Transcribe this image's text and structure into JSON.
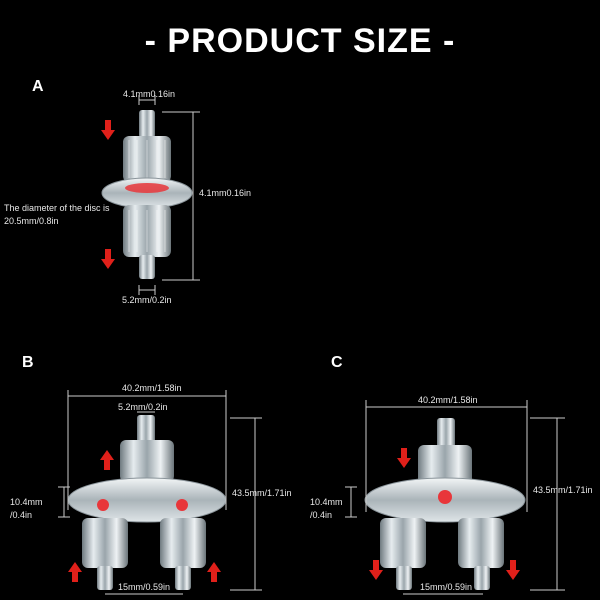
{
  "title": "- PRODUCT SIZE -",
  "sections": {
    "a": {
      "label": "A",
      "top_width": "4.1mm0.16in",
      "height": "4.1mm0.16in",
      "disc_note_line1": "The diameter of the disc is",
      "disc_note_line2": "20.5mm/0.8in",
      "bottom_width": "5.2mm/0.2in"
    },
    "b": {
      "label": "B",
      "total_width": "40.2mm/1.58in",
      "nozzle_width": "5.2mm/0.2in",
      "height": "43.5mm/1.71in",
      "disc_thickness_line1": "10.4mm",
      "disc_thickness_line2": "/0.4in",
      "spacing": "15mm/0.59in"
    },
    "c": {
      "label": "C",
      "total_width": "40.2mm/1.58in",
      "height": "43.5mm/1.71in",
      "disc_thickness_line1": "10.4mm",
      "disc_thickness_line2": "/0.4in",
      "spacing": "15mm/0.59in"
    }
  },
  "colors": {
    "background": "#000000",
    "arrow": "#e0201a",
    "plastic": "#cfd6da",
    "accent_red": "#e8363a"
  },
  "icons": [
    "flow-arrow-down-icon",
    "flow-arrow-up-icon"
  ]
}
